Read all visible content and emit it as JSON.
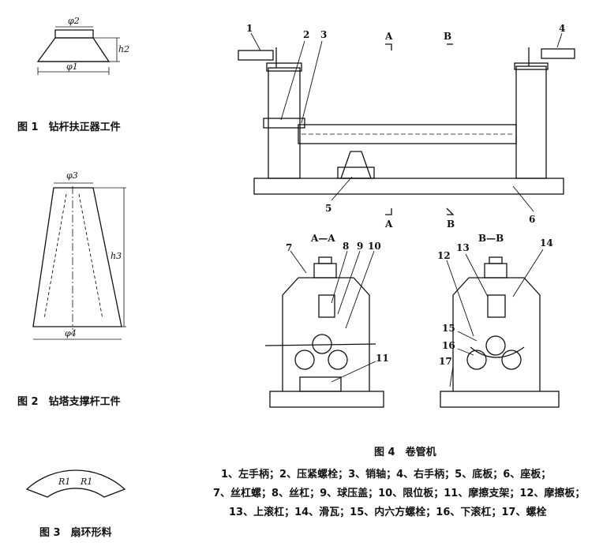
{
  "fig1": {
    "caption": "图 1　钻杆扶正器工件",
    "dims": [
      "φ2",
      "h2",
      "φ1"
    ]
  },
  "fig2": {
    "caption": "图 2　钻塔支撑杆工件",
    "dims": [
      "φ3",
      "h3",
      "φ4"
    ]
  },
  "fig3": {
    "caption": "图 3　扇环形料",
    "dims": [
      "R1",
      "R1"
    ]
  },
  "fig4": {
    "caption": "图 4　卷管机",
    "section_markers": [
      "A",
      "B",
      "A",
      "B"
    ],
    "section_titles": [
      "A—A",
      "B—B"
    ],
    "part_numbers": [
      "1",
      "2",
      "3",
      "4",
      "5",
      "6",
      "7",
      "8",
      "9",
      "10",
      "11",
      "12",
      "13",
      "14",
      "15",
      "16",
      "17"
    ],
    "legend_lines": [
      "1、左手柄；2、压紧螺栓；3、销轴；4、右手柄；5、底板；6、座板；",
      "7、丝杠螺；8、丝杠；9、球压盖；10、限位板；11、摩擦支架；12、摩擦板；",
      "13、上滚杠；14、滑瓦；15、内六方螺栓；16、下滚杠；17、螺栓"
    ]
  }
}
